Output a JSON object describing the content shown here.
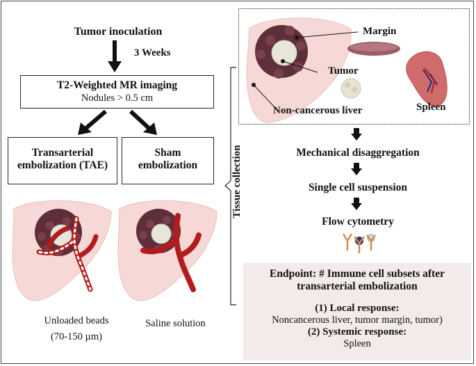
{
  "left_flow": {
    "tumor_inoculation": "Tumor inoculation",
    "weeks": "3 Weeks",
    "mri_title": "T2-Weighted MR imaging",
    "mri_sub": "Nodules > 0.5 cm",
    "tae_line1": "Transarterial",
    "tae_line2": "embolization (TAE)",
    "sham_line1": "Sham",
    "sham_line2": "embolization",
    "beads_line1": "Unloaded beads",
    "beads_line2": "(70-150 µm)",
    "saline": "Saline solution"
  },
  "tissue_collection": "Tissue collection",
  "tissue_panel": {
    "margin": "Margin",
    "tumor": "Tumor",
    "noncancerous": "Non-cancerous liver",
    "spleen": "Spleen"
  },
  "steps": {
    "step1": "Mechanical disaggregation",
    "step2": "Single cell suspension",
    "step3": "Flow cytometry"
  },
  "endpoint": {
    "title_line1": "Endpoint: # Immune cell subsets after",
    "title_line2": "transarterial embolization",
    "local_title": "(1) Local response:",
    "local_detail": "Noncancerous liver, tumor margin, tumor)",
    "systemic_title": "(2) Systemic response:",
    "systemic_detail": "Spleen"
  },
  "colors": {
    "liver": "#f6d9d6",
    "tumor_outer": "#5e2f3a",
    "tumor_core": "#e8e6d8",
    "vessel": "#b31c1c",
    "spleen": "#cf6b6b",
    "endpoint_bg": "#f3ebea"
  },
  "icons": [
    "down-arrow-icon",
    "liver-illustration",
    "tumor-icon",
    "spleen-illustration",
    "antibody-icon"
  ]
}
